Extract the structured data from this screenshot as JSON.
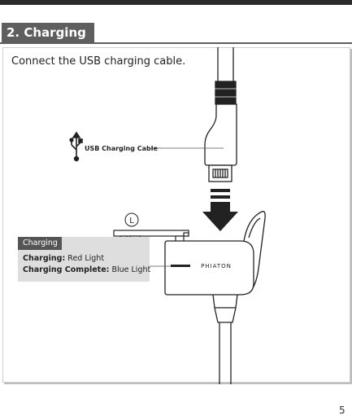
{
  "section": {
    "title": "2. Charging"
  },
  "instruction": "Connect the USB charging  cable.",
  "usb_cable_label": "USB Charging Cable",
  "left_marker": "L",
  "brand": "PHIATON",
  "charging_box": {
    "title": "Charging",
    "line1_key": "Charging:",
    "line1_value": " Red Light",
    "line2_key": "Charging Complete:",
    "line2_value": " Blue Light"
  },
  "page_number": "5"
}
